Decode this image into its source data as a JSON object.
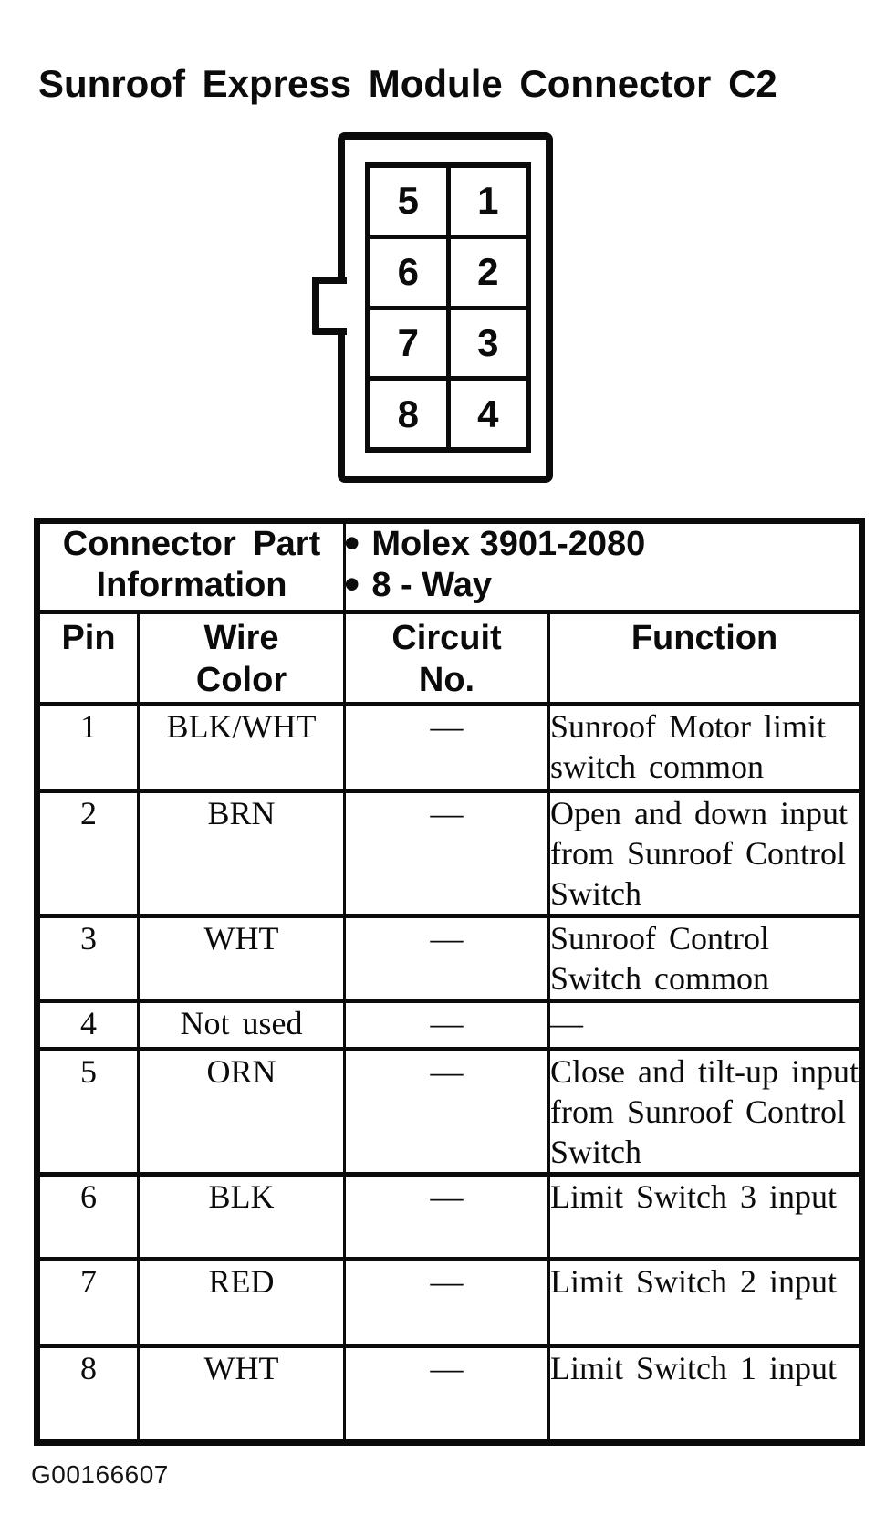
{
  "page": {
    "title": "Sunroof Express Module Connector C2",
    "figure_code": "G00166607"
  },
  "colors": {
    "ink": "#0b0b0b",
    "paper": "#ffffff"
  },
  "connector": {
    "rows": [
      {
        "left": "5",
        "right": "1"
      },
      {
        "left": "6",
        "right": "2"
      },
      {
        "left": "7",
        "right": "3"
      },
      {
        "left": "8",
        "right": "4"
      }
    ]
  },
  "table": {
    "part_info": {
      "line1": "Connector Part",
      "line2": "Information"
    },
    "part_details": [
      {
        "bullet": "•",
        "text": "Molex 3901-2080"
      },
      {
        "bullet": "•",
        "text": "8 - Way"
      }
    ],
    "columns": [
      {
        "line1": "Pin",
        "line2": ""
      },
      {
        "line1": "Wire",
        "line2": "Color"
      },
      {
        "line1": "Circuit",
        "line2": "No."
      },
      {
        "line1": "Function",
        "line2": ""
      }
    ],
    "rows": [
      {
        "pin": "1",
        "wire_color": "BLK/WHT",
        "circuit_no": "—",
        "function": "Sunroof Motor limit switch common"
      },
      {
        "pin": "2",
        "wire_color": "BRN",
        "circuit_no": "—",
        "function": "Open and down input from Sunroof Control Switch"
      },
      {
        "pin": "3",
        "wire_color": "WHT",
        "circuit_no": "—",
        "function": "Sunroof Control Switch common"
      },
      {
        "pin": "4",
        "wire_color": "Not used",
        "circuit_no": "—",
        "function": "—"
      },
      {
        "pin": "5",
        "wire_color": "ORN",
        "circuit_no": "—",
        "function": "Close and tilt-up input from Sunroof Control Switch"
      },
      {
        "pin": "6",
        "wire_color": "BLK",
        "circuit_no": "—",
        "function": "Limit Switch 3 input"
      },
      {
        "pin": "7",
        "wire_color": "RED",
        "circuit_no": "—",
        "function": "Limit Switch 2 input"
      },
      {
        "pin": "8",
        "wire_color": "WHT",
        "circuit_no": "—",
        "function": "Limit Switch 1 input"
      }
    ]
  }
}
